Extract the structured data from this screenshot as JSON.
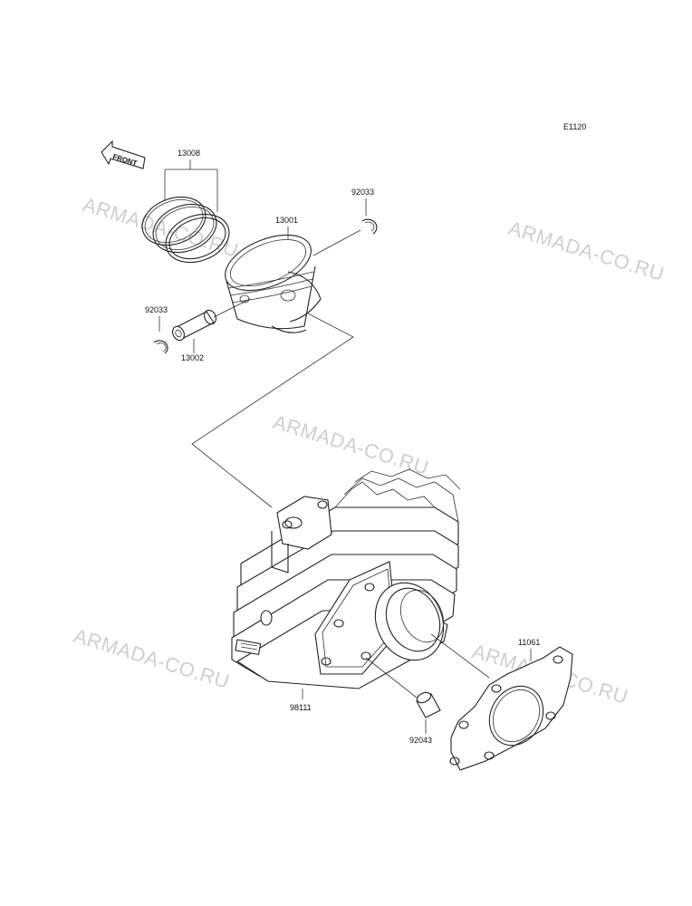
{
  "diagram_code": "E1120",
  "front_label": "FRONT",
  "watermark": "ARMADA-CO.RU",
  "parts": {
    "piston_rings": "13008",
    "piston": "13001",
    "circlip_right": "92033",
    "circlip_left": "92033",
    "piston_pin": "13002",
    "cylinder": "98111",
    "gasket": "11061",
    "dowel_pin": "92043"
  }
}
